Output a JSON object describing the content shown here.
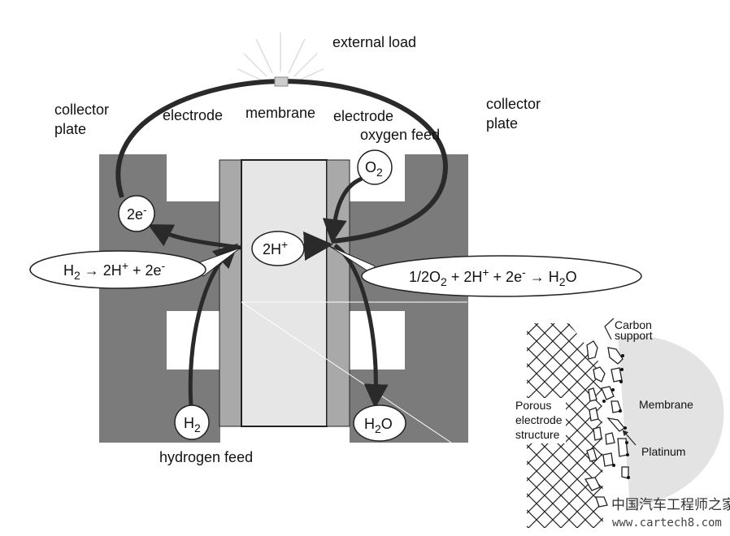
{
  "labels": {
    "external_load": "external load",
    "collector_plate_left": [
      "collector",
      "plate"
    ],
    "collector_plate_right": [
      "collector",
      "plate"
    ],
    "electrode_left": "electrode",
    "membrane": "membrane",
    "electrode_right": "electrode",
    "oxygen_feed": "oxygen feed",
    "hydrogen_feed": "hydrogen feed"
  },
  "species": {
    "electrons": {
      "main": "2e",
      "sup": "-"
    },
    "protons": {
      "main": "2H",
      "sup": "+"
    },
    "oxygen": {
      "main": "O",
      "sub": "2"
    },
    "hydrogen": {
      "main": "H",
      "sub": "2"
    },
    "water": {
      "pre": "H",
      "sub": "2",
      "post": "O"
    }
  },
  "equations": {
    "anode": {
      "p1": "H",
      "s1": "2",
      "p2": " → 2H",
      "sup1": "+",
      "p3": " + 2e",
      "sup2": "-"
    },
    "cathode": {
      "p1": "1/2O",
      "s1": "2",
      "p2": " + 2H",
      "sup1": "+",
      "p3": " + 2e",
      "sup2": "-",
      "p4": " → H",
      "s2": "2",
      "p5": "O"
    }
  },
  "inset": {
    "carbon_support": [
      "Carbon",
      "support"
    ],
    "porous_electrode": [
      "Porous",
      "electrode",
      "structure"
    ],
    "membrane": "Membrane",
    "platinum": "Platinum"
  },
  "watermark": {
    "cn": "中国汽车工程师之家",
    "url": "www.cartech8.com"
  },
  "colors": {
    "plate": "#7b7b7b",
    "electrode": "#a9a9a9",
    "membrane": "#e6e6e6",
    "line": "#2a2a2a"
  }
}
